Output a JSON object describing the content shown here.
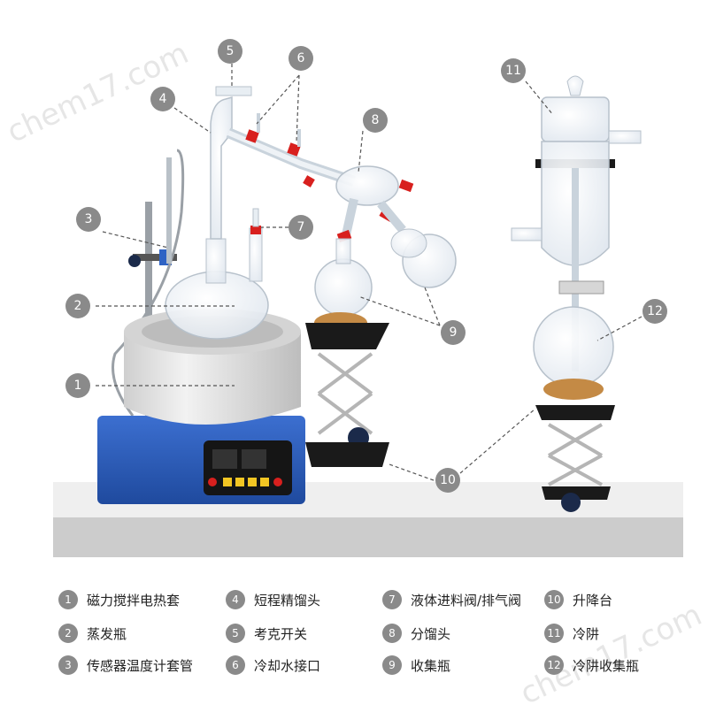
{
  "watermark": "chem17.com",
  "colors": {
    "badge": "#8a8a8a",
    "base_blue": "#2a5bb7",
    "mantle": "#e2e2e2",
    "cork": "#c48a45",
    "valve_red": "#d8201e",
    "floor": "#d9d9d9"
  },
  "callouts": [
    {
      "num": "1",
      "label": "磁力搅拌电热套"
    },
    {
      "num": "2",
      "label": "蒸发瓶"
    },
    {
      "num": "3",
      "label": "传感器温度计套管"
    },
    {
      "num": "4",
      "label": "短程精馏头"
    },
    {
      "num": "5",
      "label": "考克开关"
    },
    {
      "num": "6",
      "label": "冷却水接口"
    },
    {
      "num": "7",
      "label": "液体进料阀/排气阀"
    },
    {
      "num": "8",
      "label": "分馏头"
    },
    {
      "num": "9",
      "label": "收集瓶"
    },
    {
      "num": "10",
      "label": "升降台"
    },
    {
      "num": "11",
      "label": "冷阱"
    },
    {
      "num": "12",
      "label": "冷阱收集瓶"
    }
  ]
}
